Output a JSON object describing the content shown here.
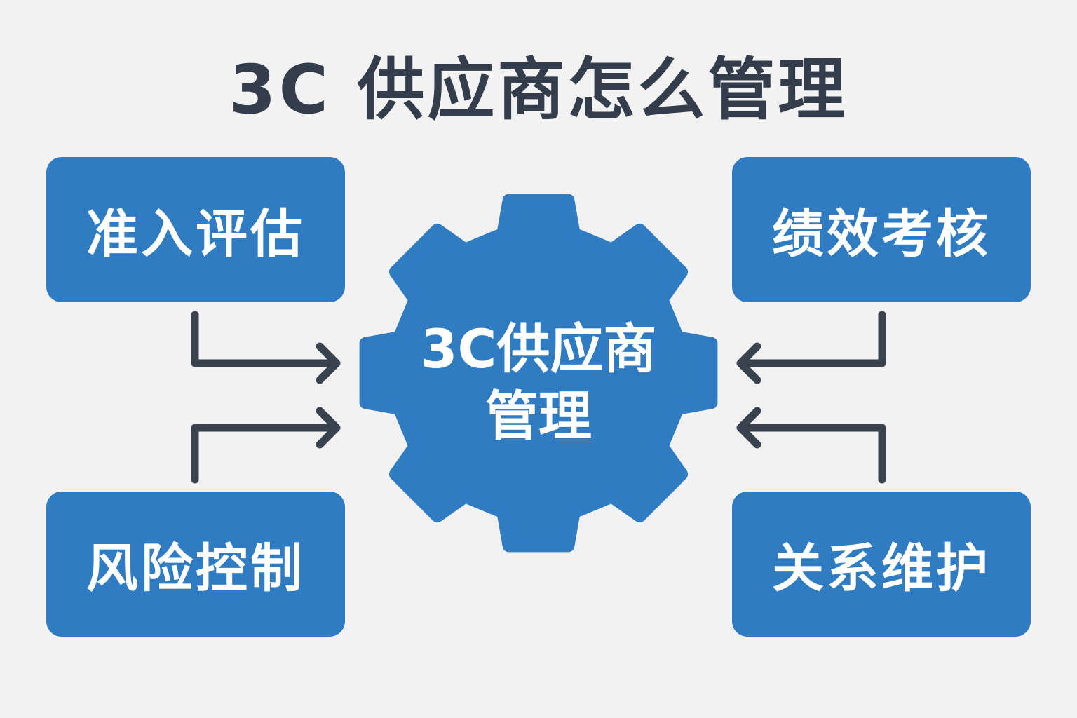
{
  "title": "3C 供应商怎么管理",
  "center": {
    "line1": "3C供应商",
    "line2": "管理"
  },
  "boxes": {
    "top_left": "准入评估",
    "top_right": "绩效考核",
    "bottom_left": "风险控制",
    "bottom_right": "关系维护"
  },
  "colors": {
    "background": "#f2f2f2",
    "accent": "#2f7cc3",
    "text_dark": "#333d4b",
    "arrow": "#3a4250"
  }
}
